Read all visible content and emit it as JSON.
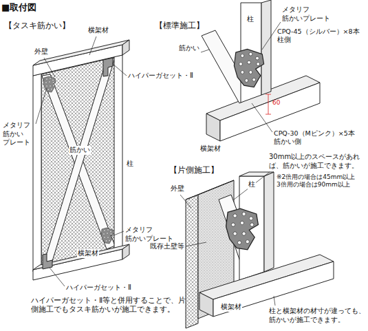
{
  "diagram": {
    "title": "■取付図",
    "labels": [
      "【タスキ筋かい】",
      "外壁",
      "横架材",
      "ハイパーガセット・Ⅱ",
      "メタリフ 筋かい プレート",
      "筋かい",
      "柱",
      "横架材",
      "メタリフ 筋かいプレート",
      "ハイパーガセット・Ⅱ",
      "ハイパーガセット・Ⅱ等と併用することで、片側施工でもタスキ筋かいが施工できます。",
      "【標準施工】",
      "柱",
      "メタリフ 筋かいプレート",
      "CPQ-45（シルバー）×8本 柱側",
      "筋かい",
      "60",
      "横架材",
      "CPQ-30（Mピンク）×5本 筋かい側",
      "【片側施工】",
      "30mm以上のスペースがあれば、筋かいが施工できます。",
      "※2倍用の場合は45mm以上 3倍用の場合は90mm以上",
      "外壁",
      "柱",
      "既存土壁等",
      "横架材",
      "柱と横架材の材寸が違っても、筋かいが施工できます。"
    ]
  }
}
